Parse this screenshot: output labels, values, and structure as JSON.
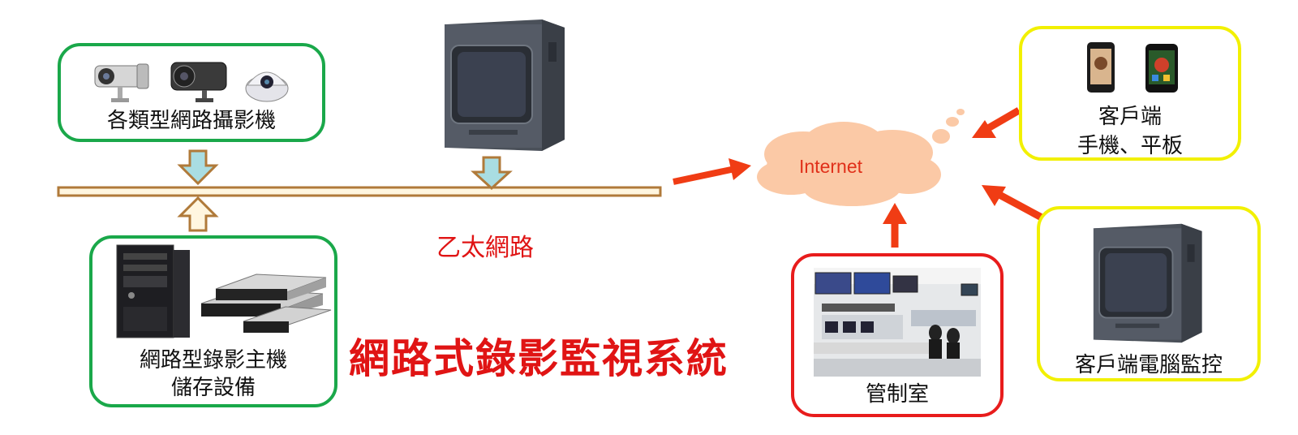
{
  "cameras_box": {
    "label": "各類型網路攝影機"
  },
  "recorder_box": {
    "line1": "網路型錄影主機",
    "line2": "儲存設備"
  },
  "network_label": "乙太網路",
  "system_title": "網路式錄影監視系統",
  "cloud": {
    "label": "Internet"
  },
  "mobile_box": {
    "line1": "客戶端",
    "line2": "手機、平板"
  },
  "pc_box": {
    "label": "客戶端電腦監控"
  },
  "control_box": {
    "label": "管制室"
  },
  "colors": {
    "green_border": "#1aa84a",
    "yellow_border": "#f2f000",
    "red_border": "#e81c1c",
    "arrow_red": "#f03c14",
    "bus": "#b07a3a",
    "block_arrow_fill": "#a9dde2",
    "cloud_fill": "#fbc9a6"
  }
}
